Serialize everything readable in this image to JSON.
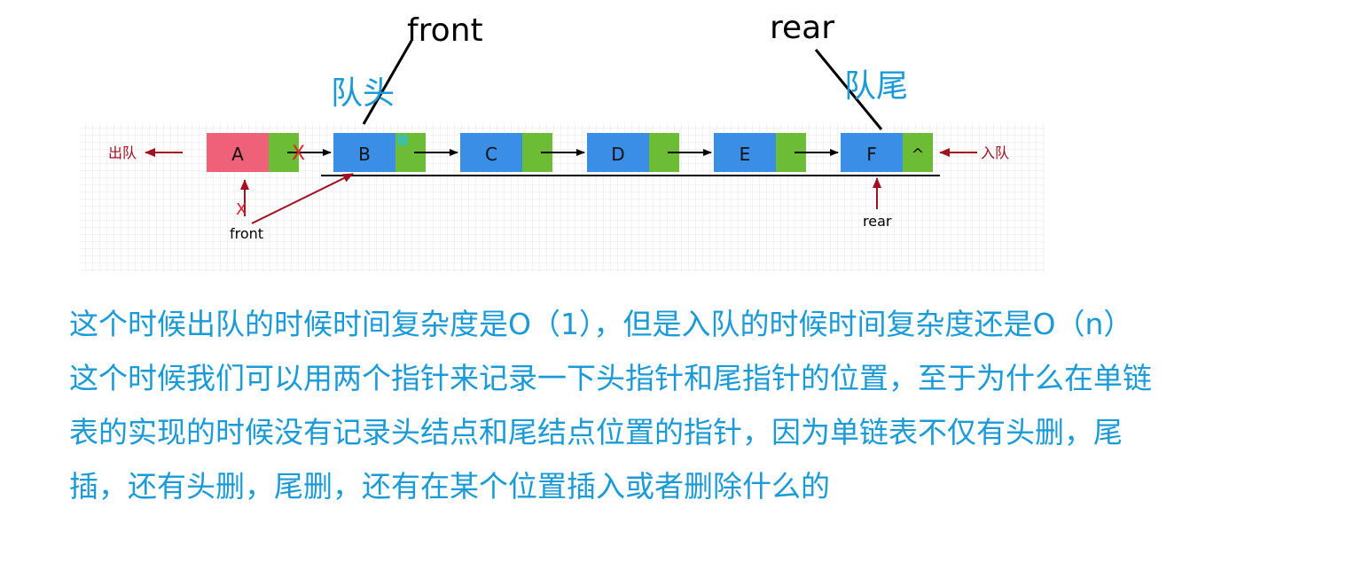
{
  "labels": {
    "front_top": "front",
    "rear_top": "rear",
    "queue_head": "队头",
    "queue_tail": "队尾"
  },
  "diagram": {
    "nodes": [
      {
        "name": "A",
        "next": ""
      },
      {
        "name": "B",
        "next": ""
      },
      {
        "name": "C",
        "next": ""
      },
      {
        "name": "D",
        "next": ""
      },
      {
        "name": "E",
        "next": ""
      },
      {
        "name": "F",
        "next": "^"
      }
    ],
    "dequeue_label": "出队",
    "enqueue_label": "入队",
    "front_label": "front",
    "rear_label": "rear",
    "cross_mark": "X",
    "colors": {
      "removed_node": "#ef6079",
      "data_field": "#3a8ee6",
      "next_field": "#6cbd35",
      "arrow_red": "#a01020",
      "grid": "#e6e6e6"
    }
  },
  "description": {
    "lines": [
      "这个时候出队的时候时间复杂度是O（1），但是入队的时候时间复杂度还是O（n）",
      "这个时候我们可以用两个指针来记录一下头指针和尾指针的位置，至于为什么在单链",
      "表的实现的时候没有记录头结点和尾结点位置的指针，因为单链表不仅有头删，尾",
      "插，还有头删，尾删，还有在某个位置插入或者删除什么的"
    ]
  }
}
